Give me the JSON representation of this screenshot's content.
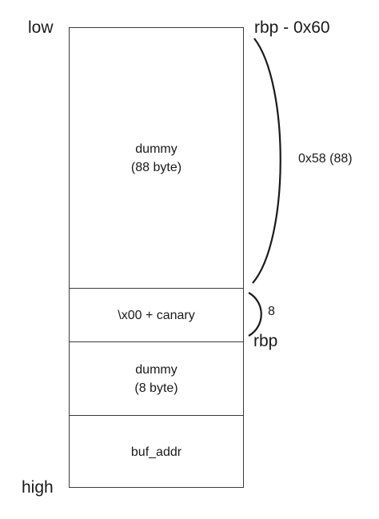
{
  "labels": {
    "low": "low",
    "high": "high",
    "rbp_minus": "rbp - 0x60",
    "rbp": "rbp",
    "dummy_size_hex": "0x58 (88)",
    "canary_size": "8"
  },
  "stack": [
    {
      "line1": "dummy",
      "line2": "(88 byte)"
    },
    {
      "line1": "\\x00 + canary",
      "line2": ""
    },
    {
      "line1": "dummy",
      "line2": "(8 byte)"
    },
    {
      "line1": "buf_addr",
      "line2": ""
    }
  ],
  "colors": {
    "stroke": "#3a3a3a",
    "text": "#1a1a1a"
  }
}
